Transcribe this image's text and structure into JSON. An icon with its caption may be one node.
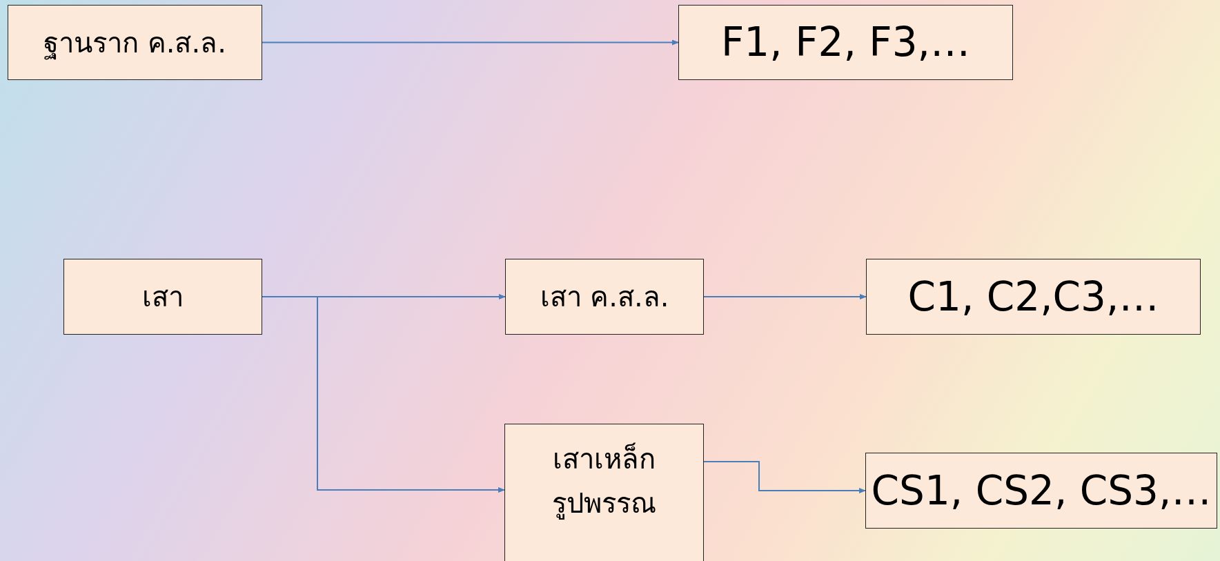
{
  "diagram": {
    "nodes": [
      {
        "text": [
          "ฐานราก ค.ส.ล."
        ]
      },
      {
        "text": [
          "F1, F2, F3,…"
        ]
      },
      {
        "text": [
          "เสา"
        ]
      },
      {
        "text": [
          "เสา ค.ส.ล."
        ]
      },
      {
        "text": [
          "C1, C2,C3,…"
        ]
      },
      {
        "text": [
          "เสาเหล็ก รูปพรรณ"
        ]
      },
      {
        "text": [
          "CS1, CS2, CS3,…"
        ]
      }
    ],
    "edges": [
      {
        "from": 0,
        "to": 1,
        "arrow": "to"
      },
      {
        "from": 2,
        "to": 3,
        "arrow": "to"
      },
      {
        "from": 2,
        "to": 5,
        "arrow": "to"
      },
      {
        "from": 3,
        "to": 4,
        "arrow": "to"
      },
      {
        "from": 5,
        "to": 6,
        "arrow": "to"
      }
    ]
  }
}
